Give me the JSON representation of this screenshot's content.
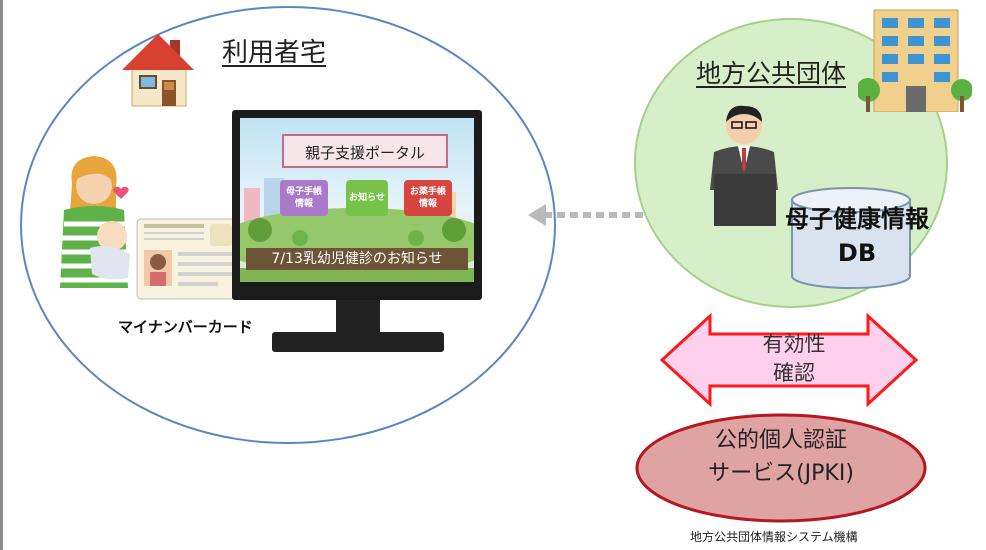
{
  "home": {
    "title": "利用者宅",
    "card_caption": "マイナンバーカード",
    "portal": {
      "title": "親子支援ポータル",
      "tiles": [
        "母子手帳 情報",
        "お知らせ",
        "お薬手帳 情報"
      ],
      "ticker": "7/13乳幼児健診のお知らせ"
    }
  },
  "government": {
    "title": "地方公共団体",
    "db_label_line1": "母子健康情報",
    "db_label_line2": "DB"
  },
  "verification": {
    "line1": "有効性",
    "line2": "確認"
  },
  "jpki": {
    "line1": "公的個人認証",
    "line2": "サービス(JPKI)"
  },
  "org_caption": "地方公共団体情報システム機構"
}
